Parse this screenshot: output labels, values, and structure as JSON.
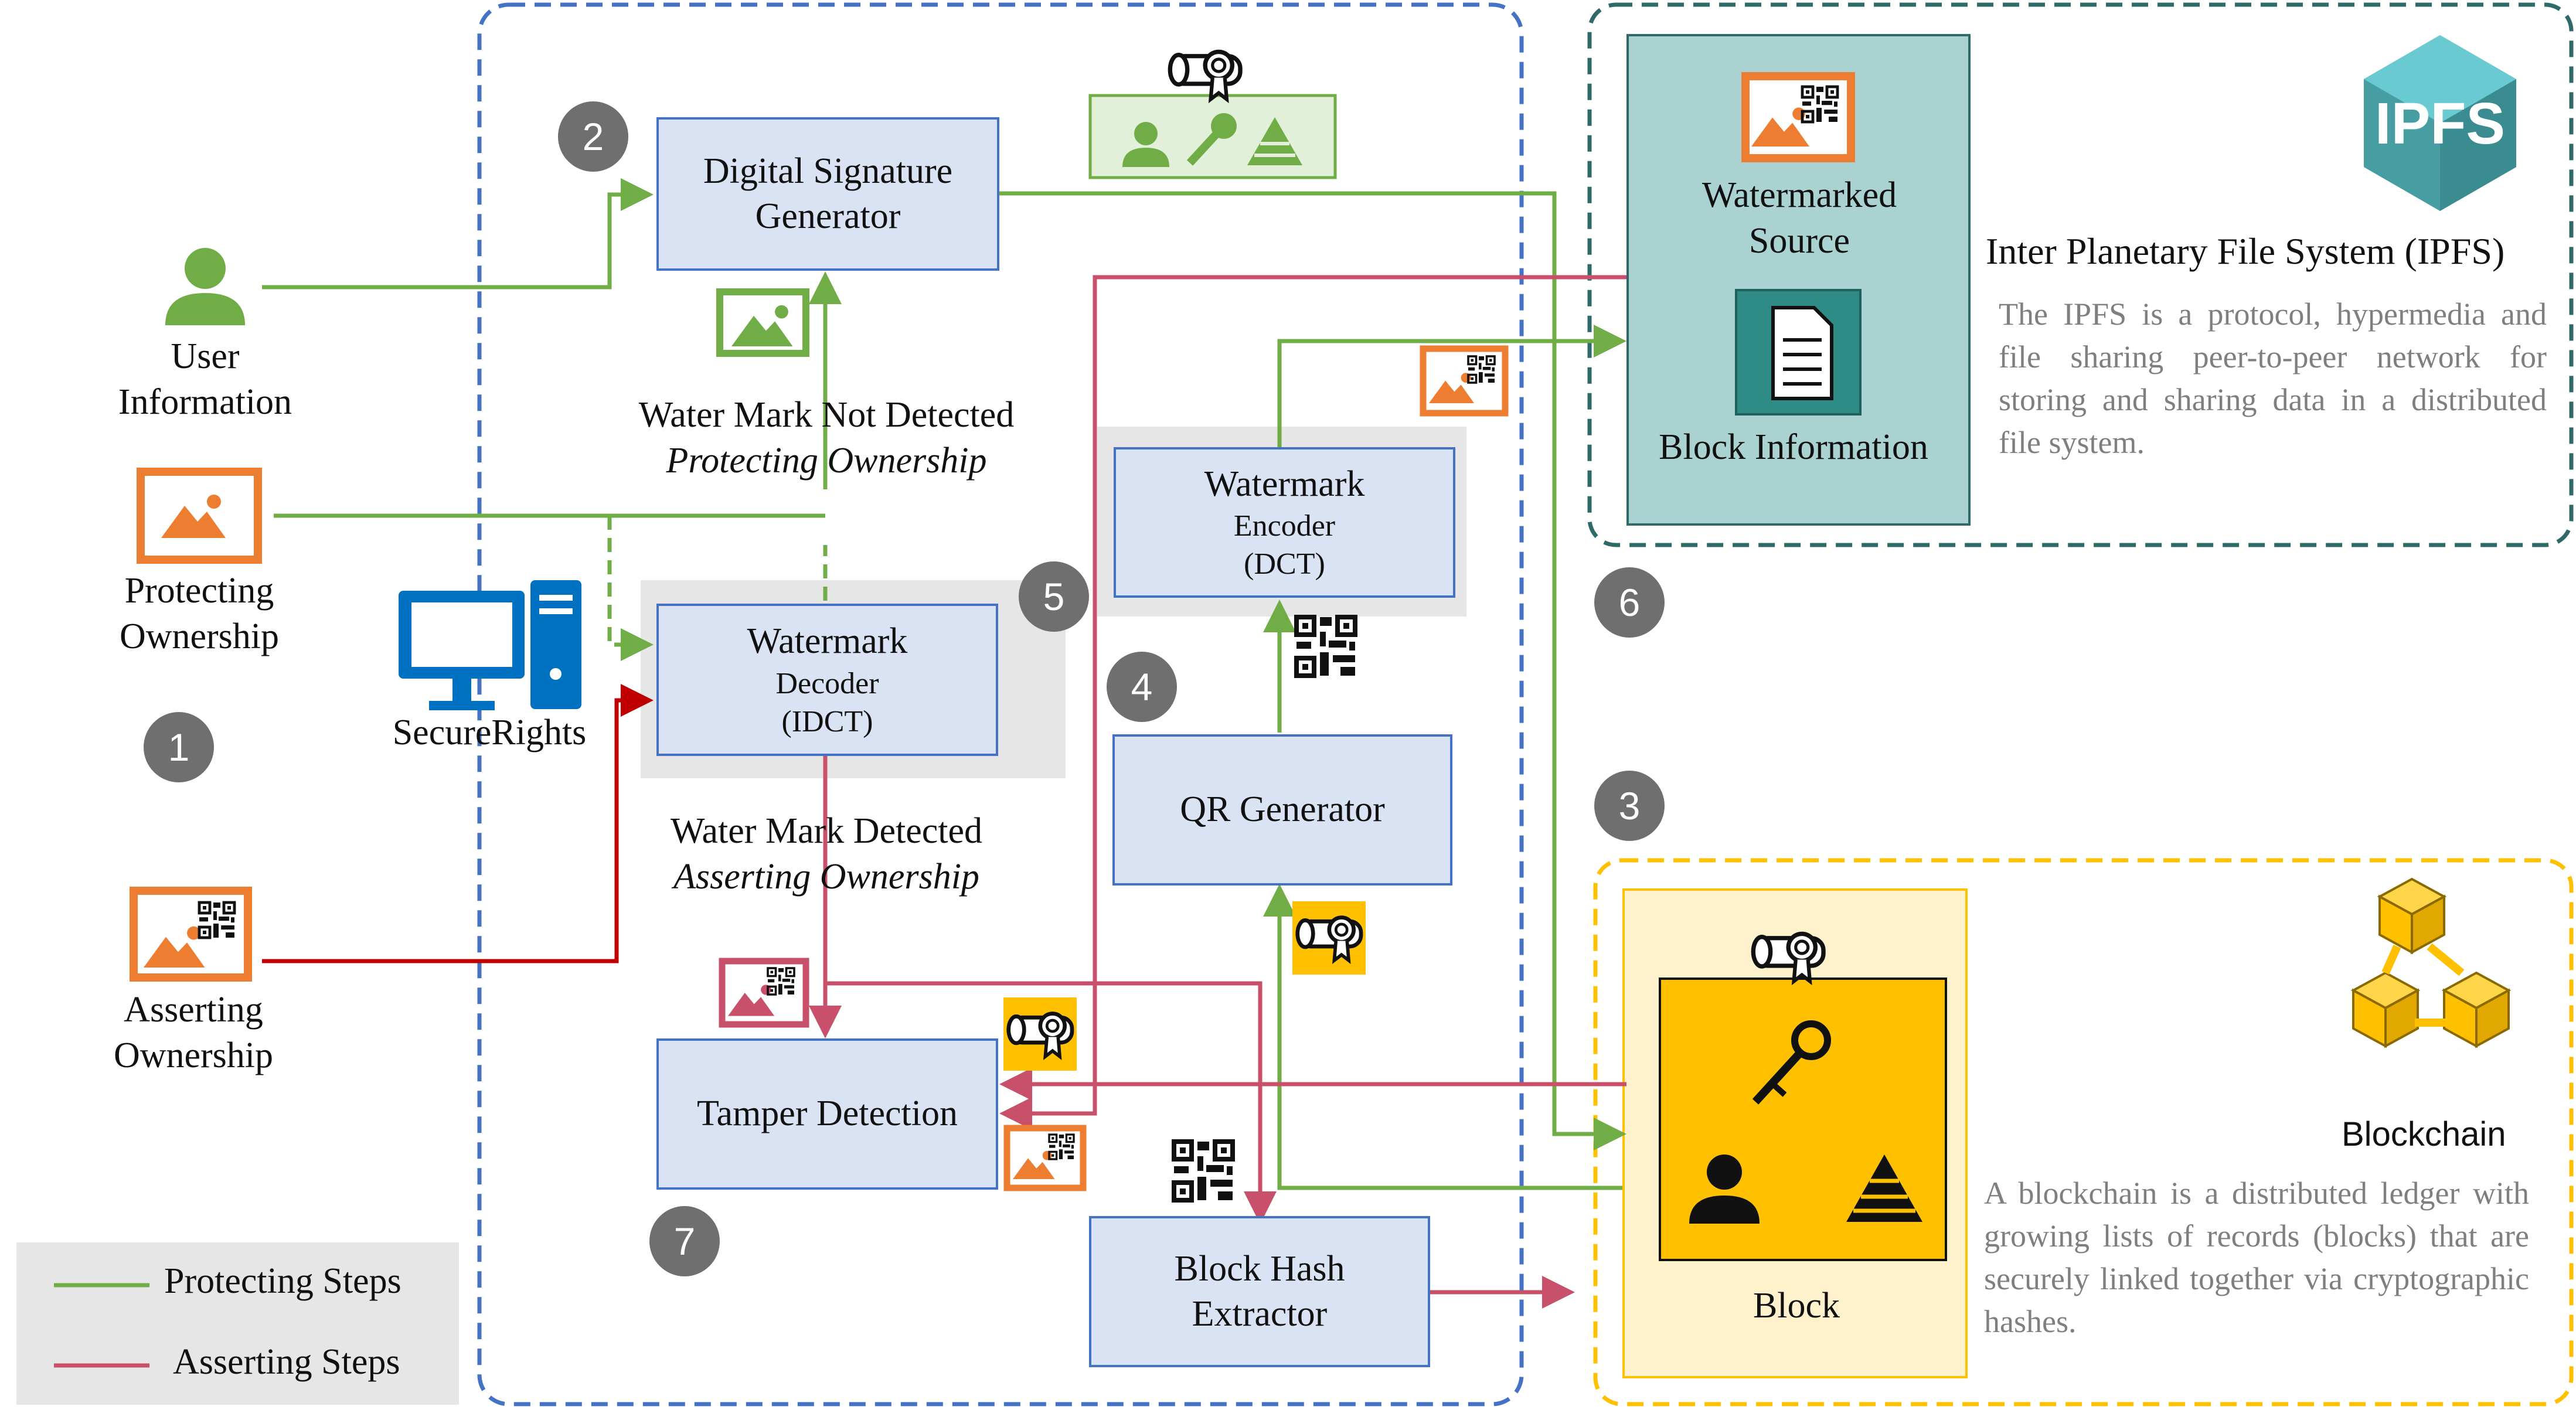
{
  "nodes": {
    "digital_signature": "Digital Signature Generator",
    "watermark_decoder": {
      "title": "Watermark",
      "sub": "Decoder",
      "note": "(IDCT)"
    },
    "watermark_encoder": {
      "title": "Watermark",
      "sub": "Encoder",
      "note": "(DCT)"
    },
    "qr_generator": "QR Generator",
    "tamper_detection": "Tamper Detection",
    "block_hash_extractor": "Block Hash Extractor"
  },
  "inputs": {
    "user_information": "User Information",
    "protecting_ownership": "Protecting Ownership",
    "asserting_ownership": "Asserting Ownership"
  },
  "system_label": "SecureRights",
  "decisions": {
    "not_detected": "Water Mark Not Detected",
    "protecting": "Protecting Ownership",
    "detected": "Water Mark Detected",
    "asserting": "Asserting Ownership"
  },
  "ipfs": {
    "watermarked_source": "Watermarked Source",
    "block_information": "Block Information",
    "title": "Inter  Planetary File System (IPFS)",
    "logo_text": "IPFS",
    "description": "The IPFS is a protocol, hypermedia and file sharing peer-to-peer network for storing and sharing data in a distributed file system."
  },
  "blockchain": {
    "block_label": "Block",
    "title": "Blockchain",
    "description": "A blockchain is a distributed ledger with growing lists of records (blocks) that are securely linked together via cryptographic hashes."
  },
  "steps": [
    "1",
    "2",
    "3",
    "4",
    "5",
    "6",
    "7"
  ],
  "legend": {
    "protecting": "Protecting Steps",
    "asserting": "Asserting Steps"
  },
  "colors": {
    "protect": "#70ad47",
    "assert": "#c9506a",
    "assert_dark": "#c00000",
    "blue_border": "#4472c4",
    "box_fill": "#dae3f3",
    "ipfs_fill": "#a9d2d0",
    "ipfs_border": "#2e6b68",
    "block_gold": "#ffc000",
    "image_orange": "#ed7d31",
    "step_gray": "#6f6f6f"
  },
  "icons": [
    "user-icon",
    "image-icon",
    "watermarked-image-icon",
    "computer-icon",
    "certificate-icon",
    "key-icon",
    "pyramid-icon",
    "qr-code-icon",
    "document-icon",
    "ipfs-logo-icon",
    "blockchain-cubes-icon"
  ]
}
